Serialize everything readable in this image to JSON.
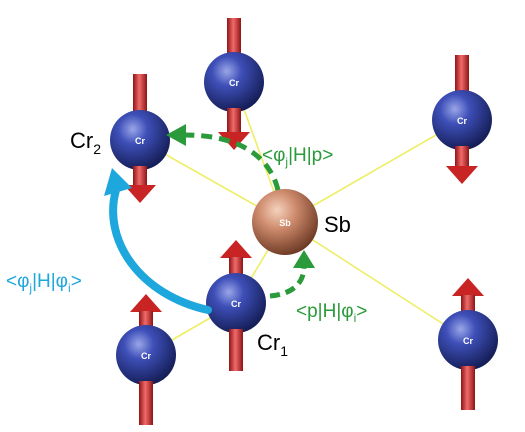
{
  "atoms": {
    "cr_label": "Cr",
    "sb_label": "Sb"
  },
  "sites": {
    "cr2": {
      "main": "Cr",
      "sub": "2"
    },
    "cr1": {
      "main": "Cr",
      "sub": "1"
    },
    "sb": "Sb"
  },
  "hopping": {
    "blue": {
      "open": "<φ",
      "sub_j": "j",
      "mid": "|H|φ",
      "sub_i": "i",
      "close": ">"
    },
    "green_top": {
      "open": "<φ",
      "sub_j": "j",
      "rest": "|H|p>"
    },
    "green_bottom": {
      "open": "<p|H|φ",
      "sub_i": "i",
      "close": ">"
    }
  },
  "colors": {
    "cr_sphere": "#2b3a8f",
    "sb_sphere": "#c8866a",
    "spin_arrow": "#d42a2a",
    "blue_hop": "#1ea7dc",
    "green_hop": "#2a9a3a",
    "bond": "#eeee66"
  }
}
